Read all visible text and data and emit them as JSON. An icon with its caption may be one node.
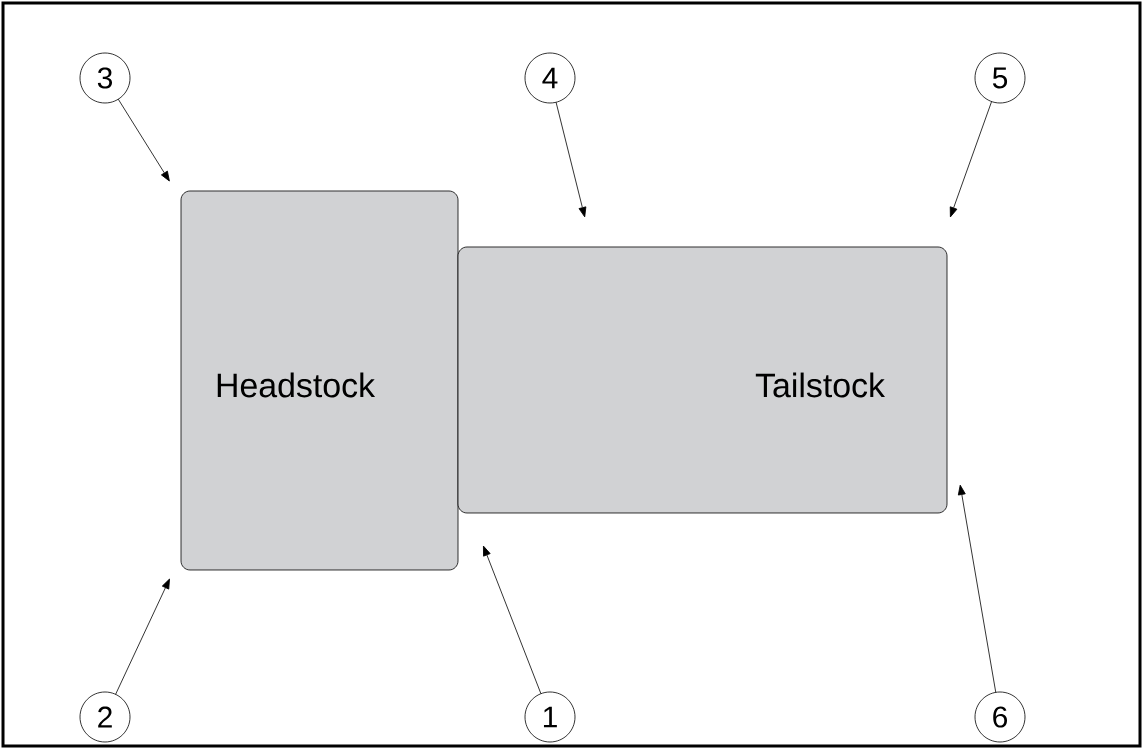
{
  "diagram": {
    "nodes": [
      {
        "text": [
          "3"
        ]
      },
      {
        "text": [
          "4"
        ]
      },
      {
        "text": [
          "5"
        ]
      },
      {
        "text": [
          "Headstock"
        ]
      },
      {
        "text": [
          "Tailstock"
        ]
      },
      {
        "text": [
          "2"
        ]
      },
      {
        "text": [
          "1"
        ]
      },
      {
        "text": [
          "6"
        ]
      }
    ],
    "edges": [
      {
        "from": 0,
        "to": null,
        "arrow": "to"
      },
      {
        "from": 1,
        "to": null,
        "arrow": "to"
      },
      {
        "from": 2,
        "to": null,
        "arrow": "to"
      },
      {
        "from": 5,
        "to": null,
        "arrow": "to"
      },
      {
        "from": 6,
        "to": null,
        "arrow": "to"
      },
      {
        "from": 7,
        "to": 4,
        "arrow": "to"
      }
    ]
  }
}
